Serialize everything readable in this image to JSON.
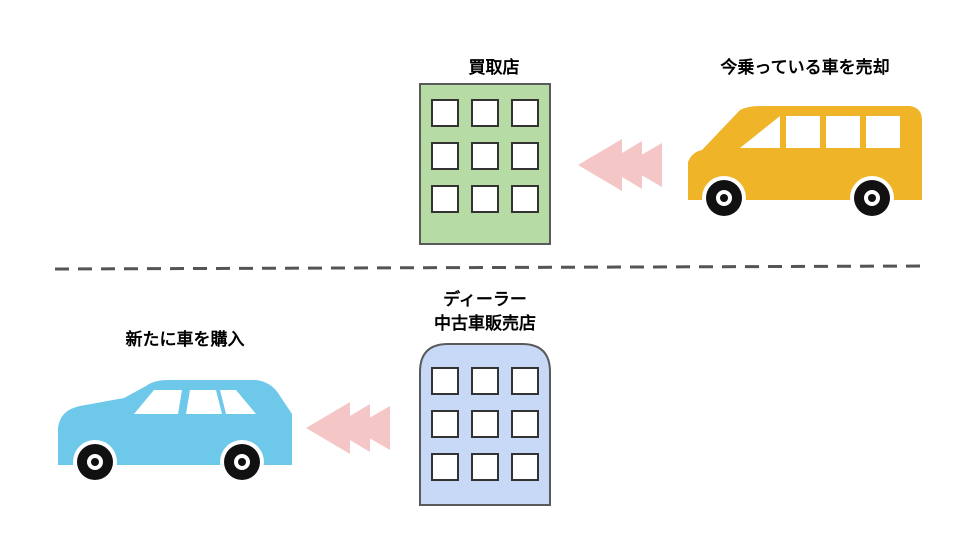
{
  "labels": {
    "buyback_shop": "買取店",
    "sell_current_car": "今乗っている車を売却",
    "dealer_line1": "ディーラー",
    "dealer_line2": "中古車販売店",
    "buy_new_car": "新たに車を購入"
  },
  "colors": {
    "buyback_building_fill": "#b7dba5",
    "dealer_building_fill": "#c8d9f7",
    "building_stroke": "#5a5a5a",
    "window_fill": "#ffffff",
    "van_body": "#f0b429",
    "suv_body": "#6ec8ea",
    "wheel_outer": "#111111",
    "arrow_fill": "#f4c6c6",
    "divider": "#555555"
  },
  "icons": {
    "top_building": "building-icon",
    "bottom_building": "building-icon",
    "top_vehicle": "van-icon",
    "bottom_vehicle": "suv-icon",
    "arrows": "chevron-left-arrows"
  }
}
